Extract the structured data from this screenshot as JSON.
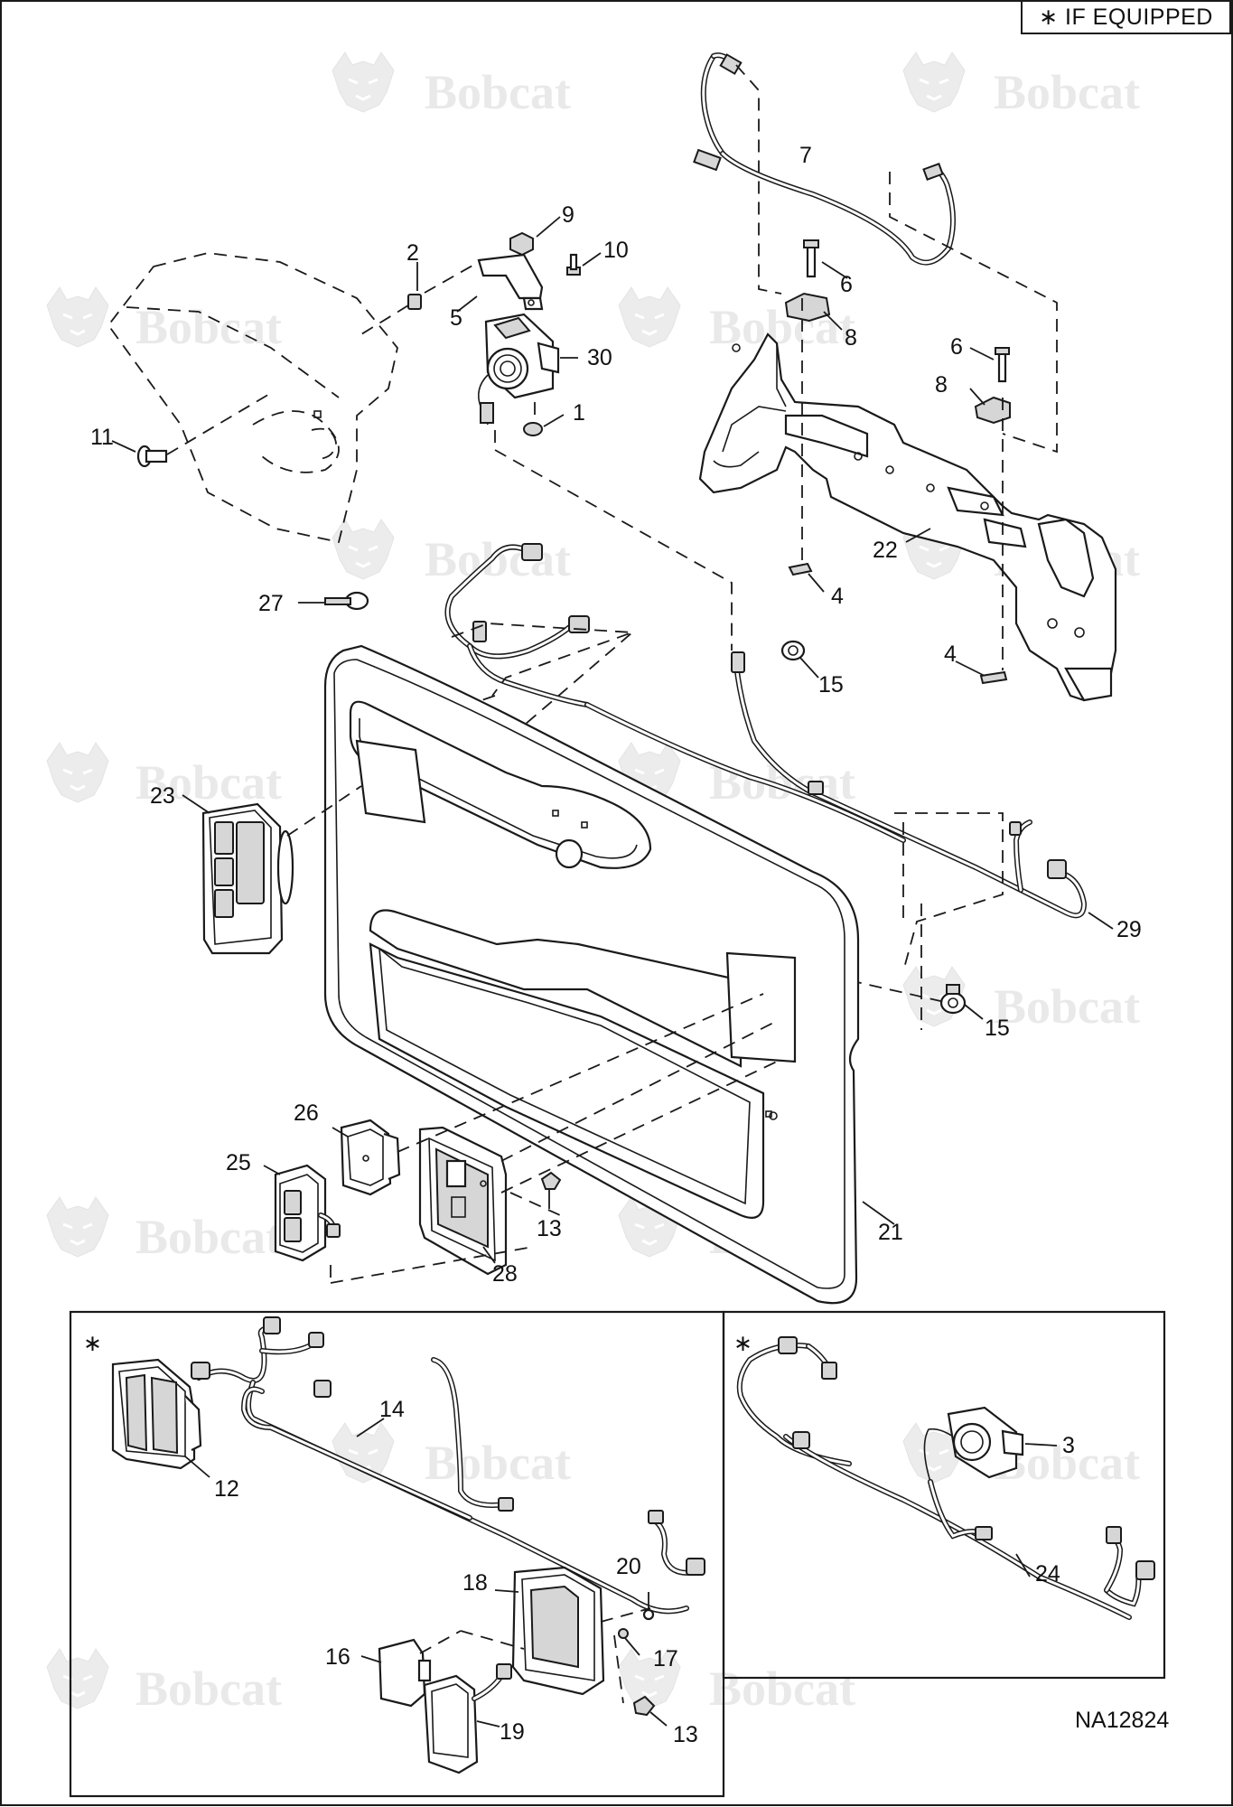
{
  "note": {
    "if_equipped": "∗ IF EQUIPPED",
    "asterisk": "∗"
  },
  "drawing_number": "NA12824",
  "watermark": "Bobcat",
  "callouts": [
    "1",
    "2",
    "3",
    "4",
    "5",
    "6",
    "7",
    "8",
    "9",
    "10",
    "11",
    "12",
    "13",
    "14",
    "15",
    "16",
    "17",
    "18",
    "19",
    "20",
    "21",
    "22",
    "23",
    "24",
    "25",
    "26",
    "27",
    "28",
    "29",
    "30"
  ],
  "icons": {
    "watermark_logo": "bobcat-head-logo",
    "asterisk": "asterisk-icon"
  }
}
